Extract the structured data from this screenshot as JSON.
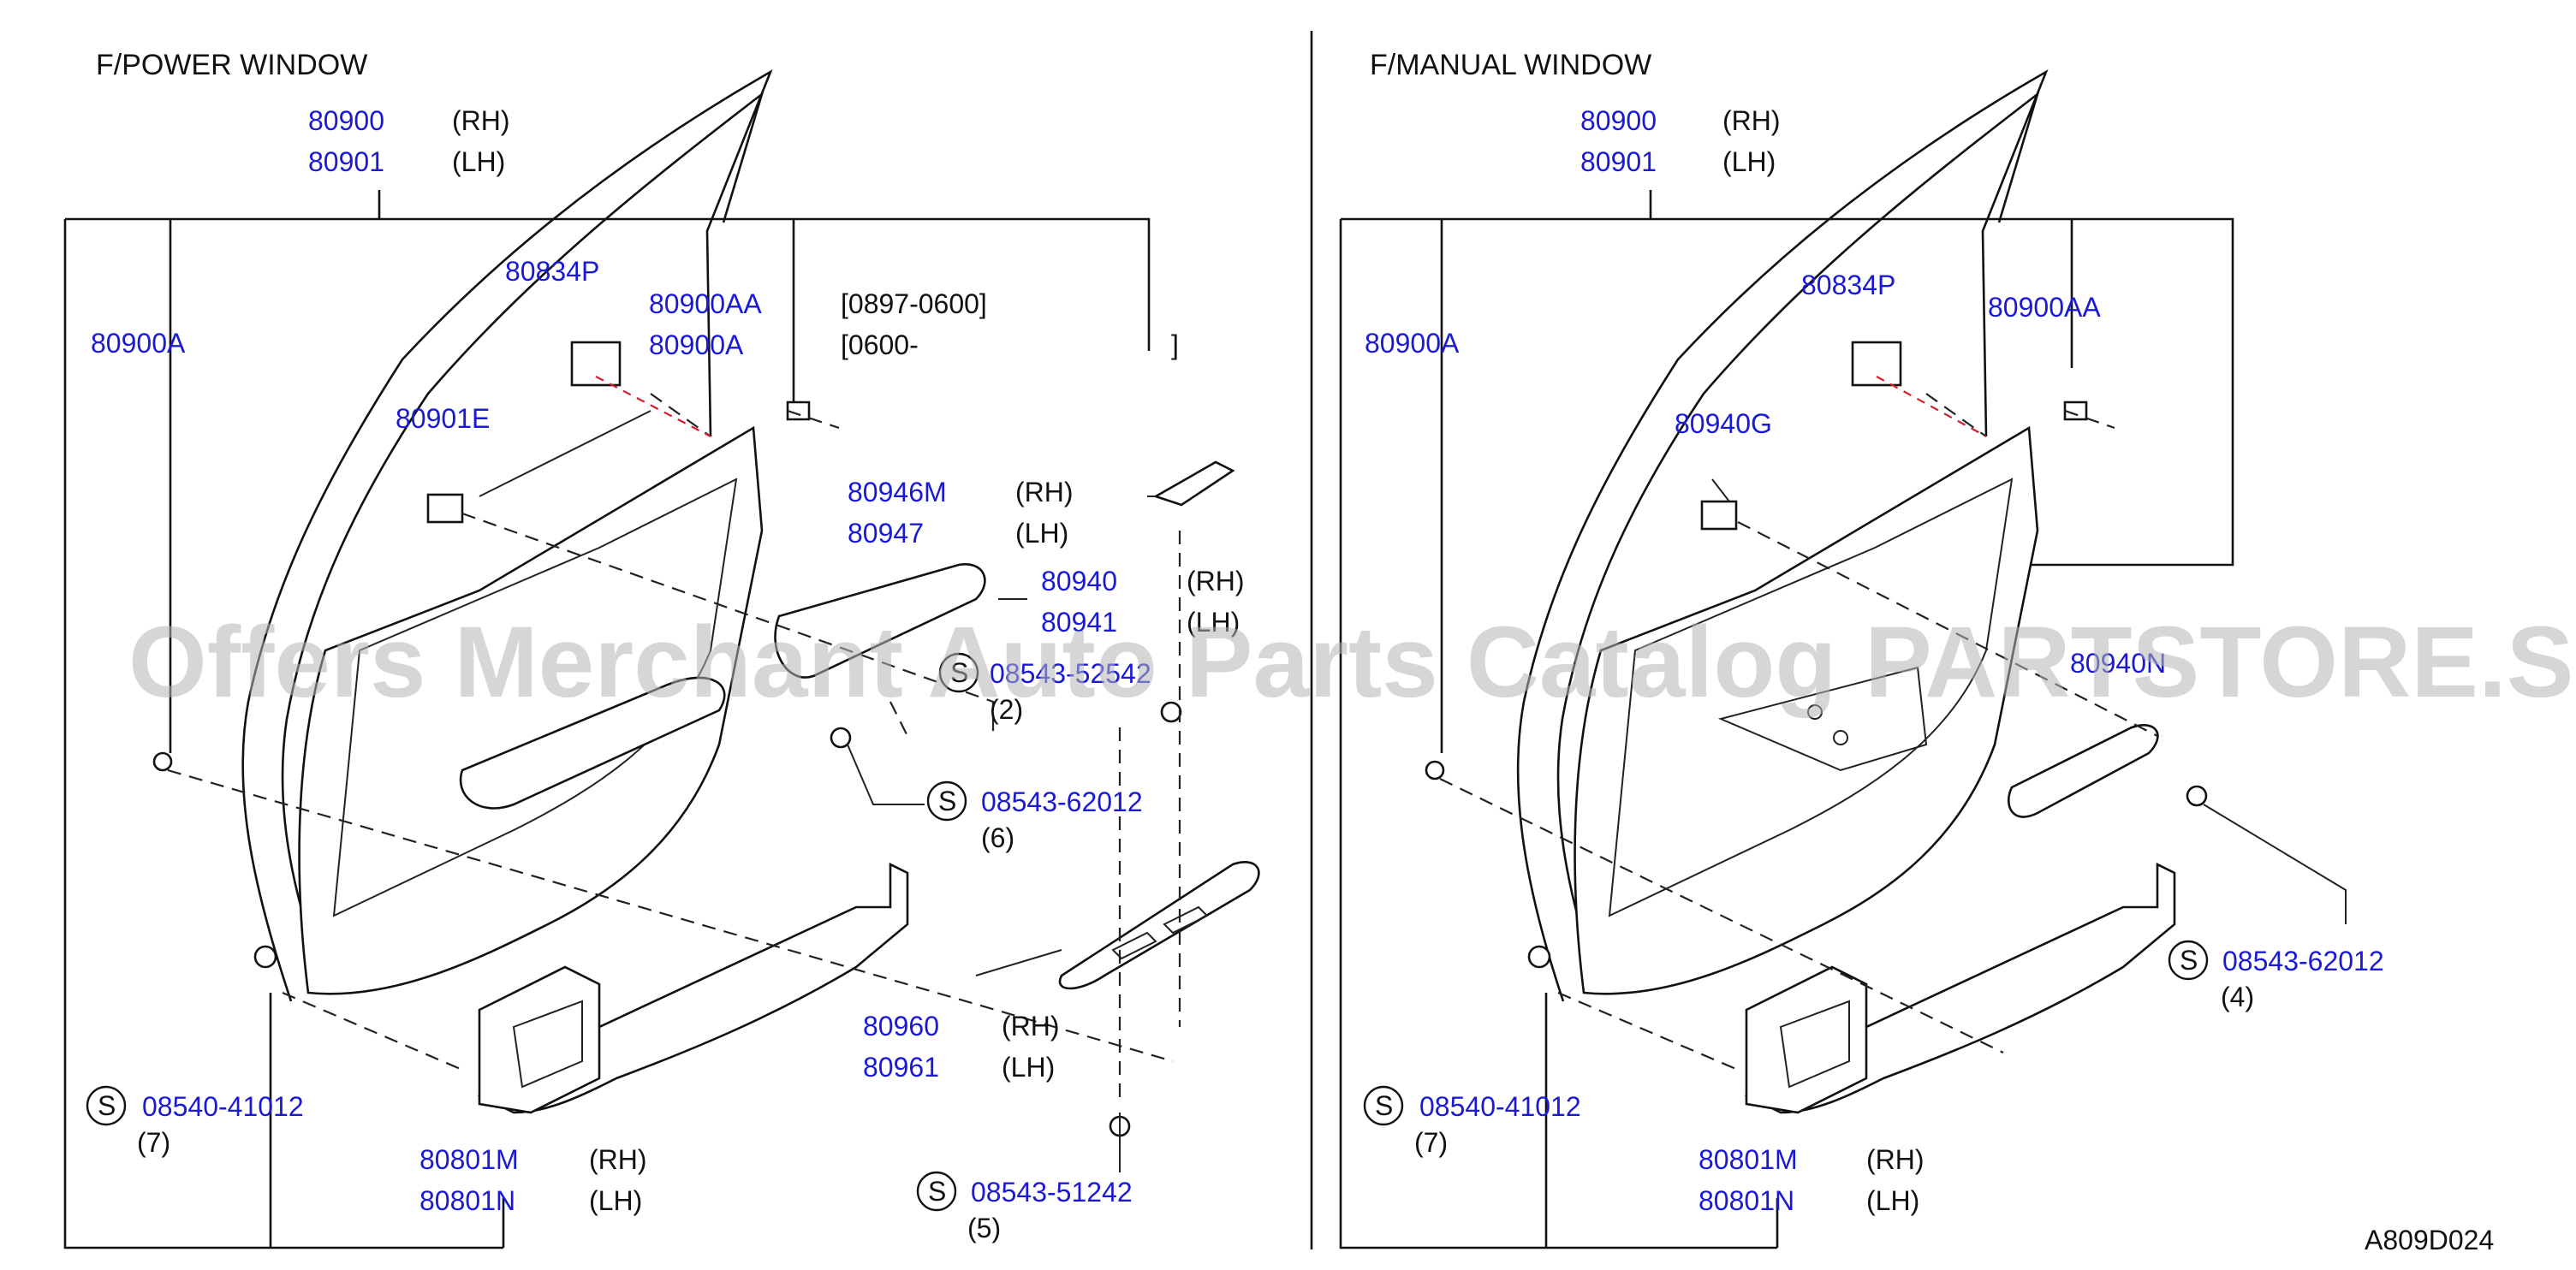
{
  "diagram_code": "A809D024",
  "watermark": "Offers Merchant Auto Parts Catalog PARTSTORE.SA",
  "left": {
    "title": "F/POWER   WINDOW",
    "p80900": "80900",
    "p80900_side": "(RH)",
    "p80901": "80901",
    "p80901_side": "(LH)",
    "p80900A": "80900A",
    "p80834P": "80834P",
    "p80900AA": "80900AA",
    "p80900AA_range": "[0897-0600]",
    "p80900A_b": "80900A",
    "p80900A_b_range": "[0600-",
    "range_close": "]",
    "p80901E": "80901E",
    "p80946M": "80946M",
    "p80946M_side": "(RH)",
    "p80947": "80947",
    "p80947_side": "(LH)",
    "p80940": "80940",
    "p80940_side": "(RH)",
    "p80941": "80941",
    "p80941_side": "(LH)",
    "s_mark": "S",
    "screw_a": "08543-52542",
    "screw_a_qty": "(2)",
    "screw_b": "08543-62012",
    "screw_b_qty": "(6)",
    "p80960": "80960",
    "p80960_side": "(RH)",
    "p80961": "80961",
    "p80961_side": "(LH)",
    "screw_c": "08540-41012",
    "screw_c_qty": "(7)",
    "p80801M": "80801M",
    "p80801M_side": "(RH)",
    "p80801N": "80801N",
    "p80801N_side": "(LH)",
    "screw_d": "08543-51242",
    "screw_d_qty": "(5)"
  },
  "right": {
    "title": "F/MANUAL   WINDOW",
    "p80900": "80900",
    "p80900_side": "(RH)",
    "p80901": "80901",
    "p80901_side": "(LH)",
    "p80900A": "80900A",
    "p80834P": "80834P",
    "p80900AA": "80900AA",
    "p80940G": "80940G",
    "p80940N": "80940N",
    "s_mark": "S",
    "screw_b": "08543-62012",
    "screw_b_qty": "(4)",
    "screw_c": "08540-41012",
    "screw_c_qty": "(7)",
    "p80801M": "80801M",
    "p80801M_side": "(RH)",
    "p80801N": "80801N",
    "p80801N_side": "(LH)"
  }
}
